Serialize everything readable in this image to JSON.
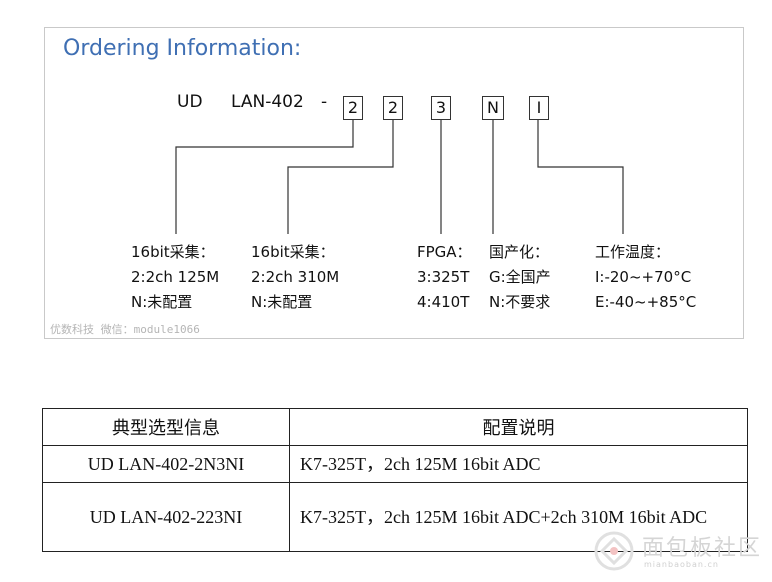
{
  "ordering": {
    "title": "Ordering Information:",
    "part_prefix": "UD",
    "part_model": "LAN-402",
    "dash": "-",
    "codes": [
      "2",
      "2",
      "3",
      "N",
      "I"
    ],
    "groups": [
      {
        "heading": "16bit采集：",
        "lines": [
          "2:2ch 125M",
          "N:未配置"
        ]
      },
      {
        "heading": "16bit采集：",
        "lines": [
          "2:2ch 310M",
          "N:未配置"
        ]
      },
      {
        "heading": "FPGA：",
        "lines": [
          "3:325T",
          "4:410T"
        ]
      },
      {
        "heading": "国产化：",
        "lines": [
          "G:全国产",
          "N:不要求"
        ]
      },
      {
        "heading": "工作温度：",
        "lines": [
          "I:-20~+70°C",
          "E:-40~+85°C"
        ]
      }
    ],
    "watermark": "优数科技 微信：module1066"
  },
  "table": {
    "headers": [
      "典型选型信息",
      "配置说明"
    ],
    "rows": [
      {
        "model": "UD LAN-402-2N3NI",
        "desc": "K7-325T，2ch 125M 16bit ADC"
      },
      {
        "model": "UD LAN-402-223NI",
        "desc": "K7-325T，2ch 125M 16bit ADC+2ch 310M 16bit ADC"
      }
    ]
  },
  "site_watermark": {
    "text": "面包板社区",
    "sub": "mianbaoban.cn"
  },
  "colors": {
    "title_blue": "#3f6fb3",
    "border": "#222222"
  }
}
